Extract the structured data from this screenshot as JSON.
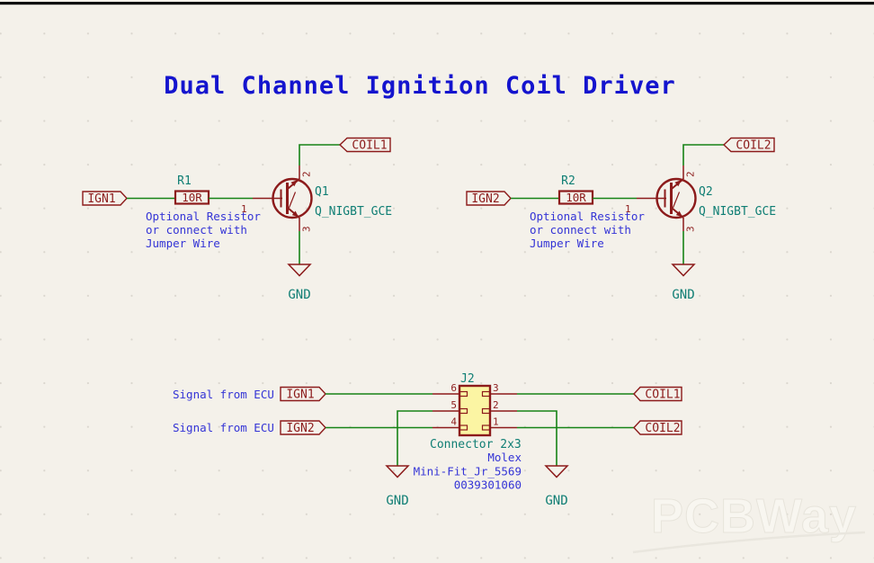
{
  "title": "Dual Channel Ignition Coil Driver",
  "colors": {
    "background": "#F4F1EA",
    "wire_green": "#168316",
    "symbol_dark_red": "#8C1B1B",
    "field_teal": "#0F7E74",
    "note_blue": "#3434D6",
    "title_blue": "#1414CE",
    "connector_fill_yellow": "#FBF5A3"
  },
  "channels": [
    {
      "input_label": "IGN1",
      "output_label": "COIL1",
      "resistor": {
        "ref": "R1",
        "value": "10R"
      },
      "transistor": {
        "ref": "Q1",
        "value": "Q_NIGBT_GCE"
      },
      "pin_numbers": {
        "gate": "1",
        "collector": "2",
        "emitter": "3"
      },
      "gnd_label": "GND",
      "note_lines": [
        "Optional Resistor",
        "or connect with",
        "Jumper Wire"
      ]
    },
    {
      "input_label": "IGN2",
      "output_label": "COIL2",
      "resistor": {
        "ref": "R2",
        "value": "10R"
      },
      "transistor": {
        "ref": "Q2",
        "value": "Q_NIGBT_GCE"
      },
      "pin_numbers": {
        "gate": "1",
        "collector": "2",
        "emitter": "3"
      },
      "gnd_label": "GND",
      "note_lines": [
        "Optional Resistor",
        "or connect with",
        "Jumper Wire"
      ]
    }
  ],
  "connector_section": {
    "ref": "J2",
    "value": "Connector 2x3",
    "fields": [
      "Molex",
      "Mini-Fit_Jr_5569",
      "0039301060"
    ],
    "rows": [
      {
        "ecu_label": "Signal from ECU",
        "input_label": "IGN1"
      },
      {
        "ecu_label": "Signal from ECU",
        "input_label": "IGN2"
      }
    ],
    "pins_left": [
      "6",
      "5",
      "4"
    ],
    "pins_right": [
      "3",
      "2",
      "1"
    ],
    "outputs": [
      "COIL1",
      "COIL2"
    ],
    "gnd_left": "GND",
    "gnd_right": "GND"
  },
  "watermark": "PCBWay"
}
